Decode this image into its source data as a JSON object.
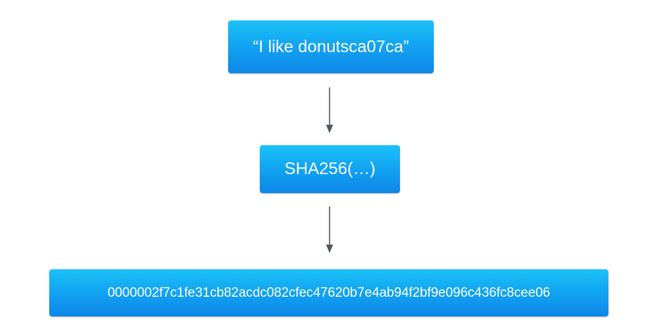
{
  "diagram": {
    "input_text": "“I like donutsca07ca”",
    "function_text": "SHA256(…)",
    "output_text": "0000002f7c1fe31cb82acdc082cfec47620b7e4ab94f2bf9e096c436fc8cee06"
  },
  "colors": {
    "box_top": "#1bc2f8",
    "box_bottom": "#0d86e8",
    "arrow": "#4a5a63",
    "text": "#ffffff"
  }
}
